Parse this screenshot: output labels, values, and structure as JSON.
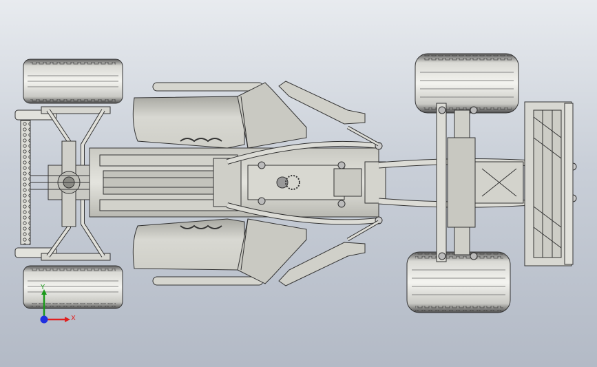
{
  "viewport": {
    "background_top": "#e8ebef",
    "background_bottom": "#b3bac6",
    "model": "race-car-assembly-top-view"
  },
  "triad": {
    "x_label": "X",
    "y_label": "Y",
    "x_color": "#e02020",
    "y_color": "#1a9a1a",
    "z_color": "#2030e0"
  }
}
